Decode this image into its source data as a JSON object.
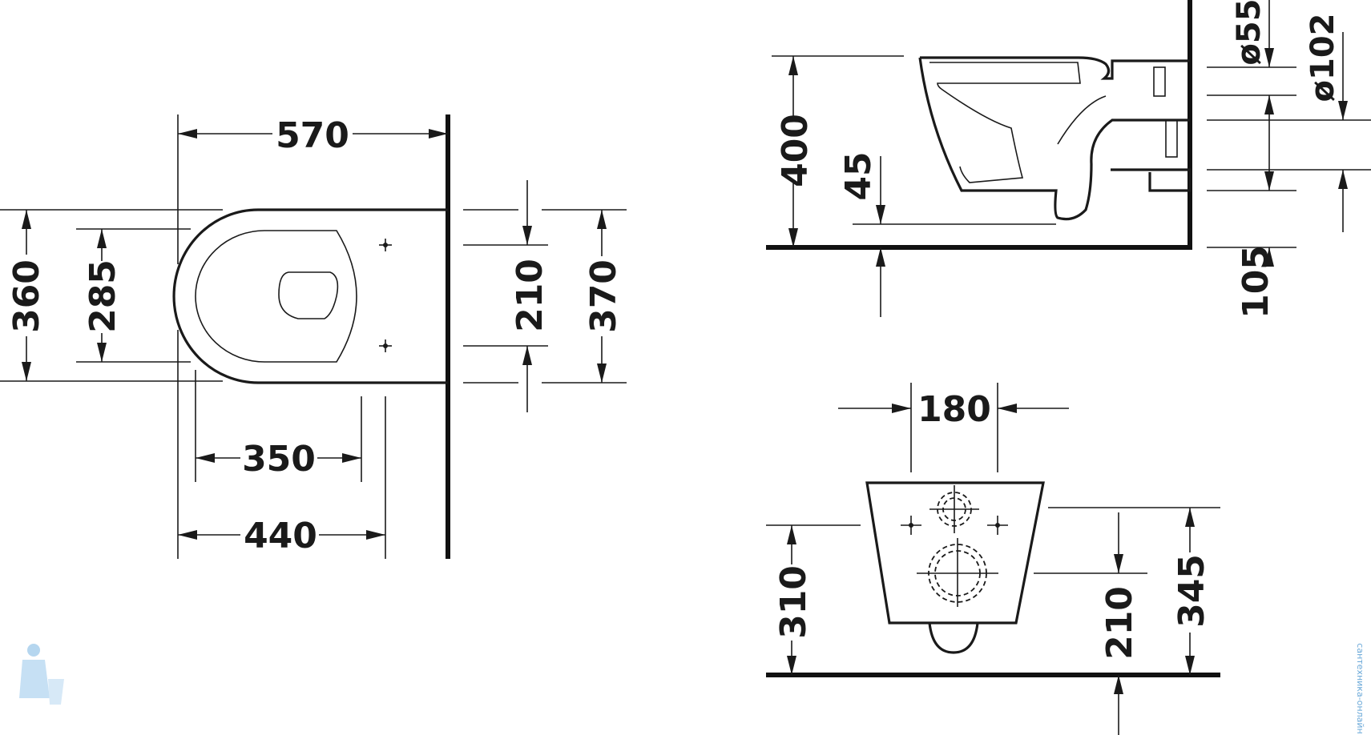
{
  "drawing": {
    "top_view": {
      "width_overall": "570",
      "depth_overall": "360",
      "depth_inner": "285",
      "bolt_spacing": "210",
      "wall_depth": "370",
      "seat_length": "350",
      "fixing_length": "440"
    },
    "side_view": {
      "height": "400",
      "bowl_offset": "45",
      "outlet_diameter_small": "ø55",
      "outlet_diameter_large": "ø102",
      "outlet_height": "105"
    },
    "rear_view": {
      "bolt_width": "180",
      "height_left": "310",
      "height_center": "210",
      "height_right": "345"
    },
    "watermark": "сантехника-онлайн"
  }
}
